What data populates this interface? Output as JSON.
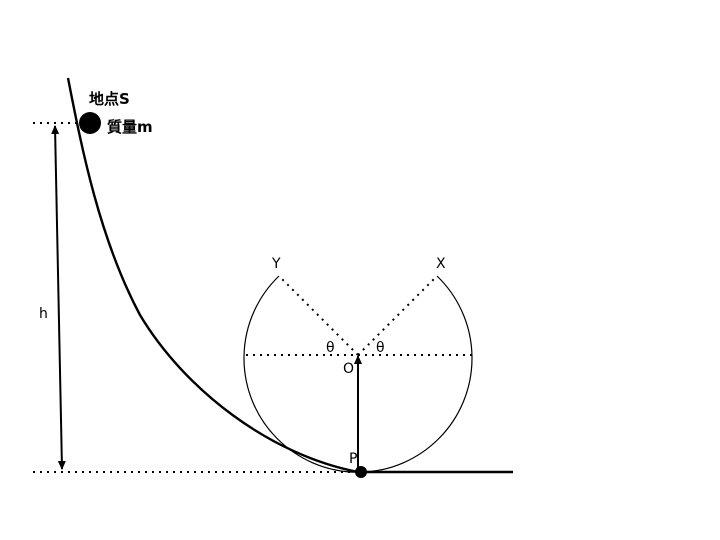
{
  "labels": {
    "point_s": "地点S",
    "mass": "質量m",
    "height": "h",
    "angle_left": "θ",
    "angle_right": "θ",
    "center": "O",
    "bottom": "P",
    "point_x": "X",
    "point_y": "Y"
  },
  "colors": {
    "stroke": "#000000",
    "background": "#ffffff"
  }
}
